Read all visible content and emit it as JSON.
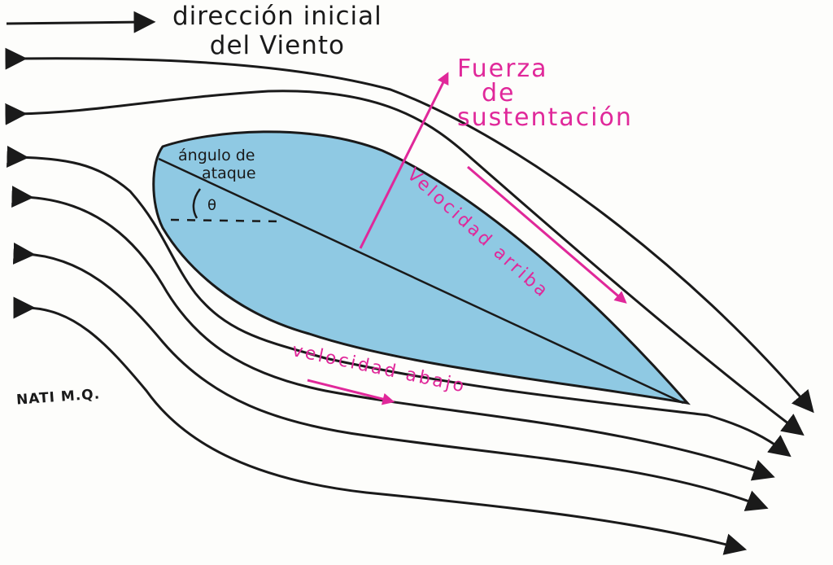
{
  "diagram": {
    "title_line1": "dirección inicial",
    "title_line2": "del Viento",
    "lift_line1": "Fuerza",
    "lift_line2": "de",
    "lift_line3": "sustentación",
    "angle_line1": "ángulo de",
    "angle_line2": "ataque",
    "theta": "θ",
    "velocity_top": "Velocidad arriba",
    "velocity_bottom": "velocidad abajo",
    "signature": "NATI M.Q."
  },
  "colors": {
    "ink": "#1a1a1a",
    "pink": "#e0289a",
    "airfoil_fill": "#8fc9e3",
    "background": "#fdfdfb"
  },
  "streamlines": {
    "count": 7,
    "direction": "left-to-right"
  }
}
